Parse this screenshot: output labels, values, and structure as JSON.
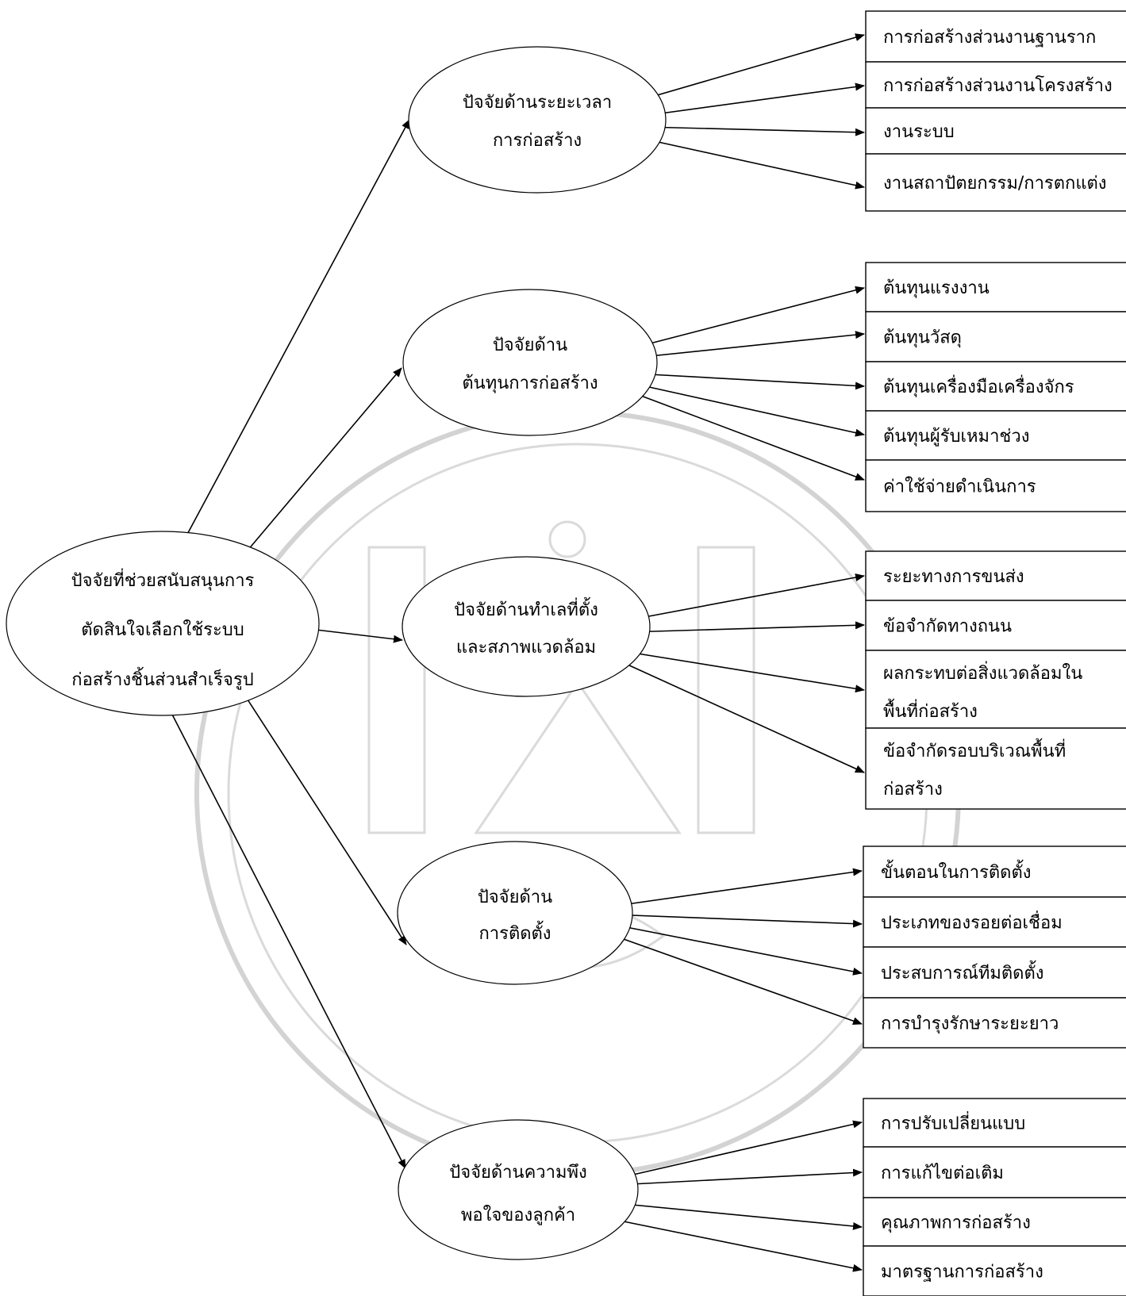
{
  "root": {
    "lines": [
      "ปัจจัยที่ช่วยสนับสนุนการ",
      "ตัดสินใจเลือกใช้ระบบ",
      "ก่อสร้างชิ้นส่วนสำเร็จรูป"
    ]
  },
  "factors": [
    {
      "lines": [
        "ปัจจัยด้านระยะเวลา",
        "การก่อสร้าง"
      ],
      "items": [
        [
          "การก่อสร้างส่วนงานฐานราก"
        ],
        [
          "การก่อสร้างส่วนงานโครงสร้าง"
        ],
        [
          "งานระบบ"
        ],
        [
          "งานสถาปัตยกรรม/การตกแต่ง"
        ]
      ]
    },
    {
      "lines": [
        "ปัจจัยด้าน",
        "ต้นทุนการก่อสร้าง"
      ],
      "items": [
        [
          "ต้นทุนแรงงาน"
        ],
        [
          "ต้นทุนวัสดุ"
        ],
        [
          "ต้นทุนเครื่องมือเครื่องจักร"
        ],
        [
          "ต้นทุนผู้รับเหมาช่วง"
        ],
        [
          "ค่าใช้จ่ายดำเนินการ"
        ]
      ]
    },
    {
      "lines": [
        "ปัจจัยด้านทำเลที่ตั้ง",
        "และสภาพแวดล้อม"
      ],
      "items": [
        [
          "ระยะทางการขนส่ง"
        ],
        [
          "ข้อจำกัดทางถนน"
        ],
        [
          "ผลกระทบต่อสิ่งแวดล้อมใน",
          "พื้นที่ก่อสร้าง"
        ],
        [
          "ข้อจำกัดรอบบริเวณพื้นที่",
          "ก่อสร้าง"
        ]
      ]
    },
    {
      "lines": [
        "ปัจจัยด้าน",
        "การติดตั้ง"
      ],
      "items": [
        [
          "ขั้นตอนในการติดตั้ง"
        ],
        [
          "ประเภทของรอยต่อเชื่อม"
        ],
        [
          "ประสบการณ์ทีมติดตั้ง"
        ],
        [
          "การบำรุงรักษาระยะยาว"
        ]
      ]
    },
    {
      "lines": [
        "ปัจจัยด้านความพึง",
        "พอใจของลูกค้า"
      ],
      "items": [
        [
          "การปรับเปลี่ยนแบบ"
        ],
        [
          "การแก้ไขต่อเติม"
        ],
        [
          "คุณภาพการก่อสร้าง"
        ],
        [
          "มาตรฐานการก่อสร้าง"
        ]
      ]
    }
  ]
}
